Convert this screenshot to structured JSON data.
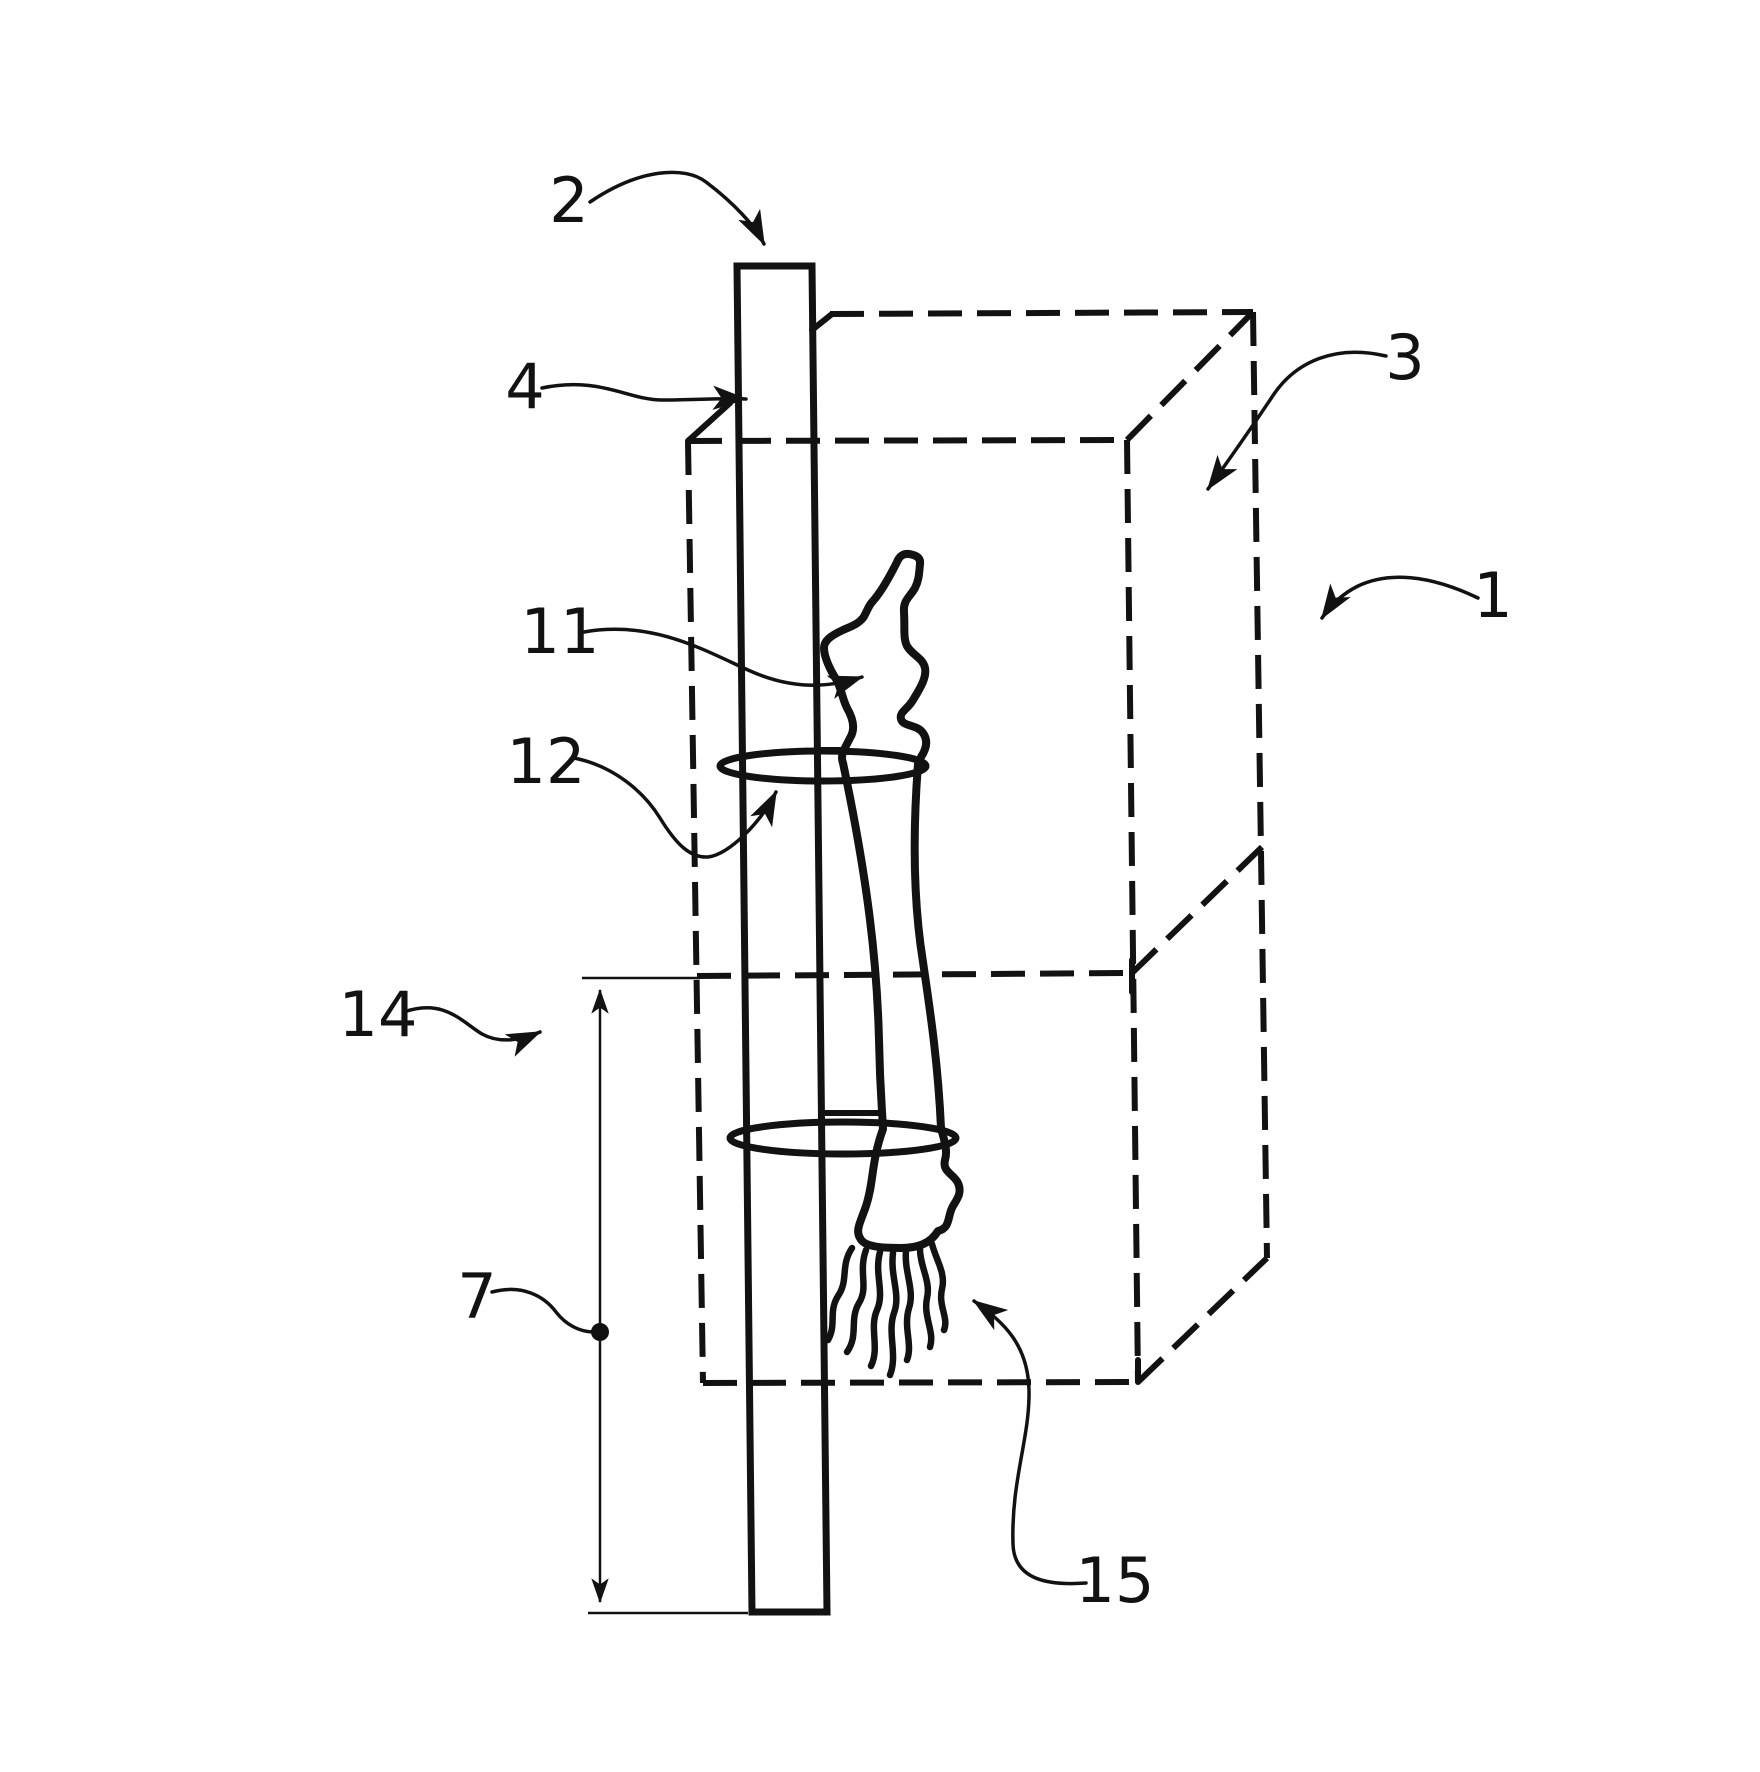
{
  "figure": {
    "type": "patent-line-drawing",
    "background_color": "#ffffff",
    "ink_color": "#121212",
    "reference_labels": [
      {
        "id": "label-2",
        "value": "2"
      },
      {
        "id": "label-4",
        "value": "4"
      },
      {
        "id": "label-3",
        "value": "3"
      },
      {
        "id": "label-1",
        "value": "1"
      },
      {
        "id": "label-11",
        "value": "11"
      },
      {
        "id": "label-12",
        "value": "12"
      },
      {
        "id": "label-14",
        "value": "14"
      },
      {
        "id": "label-7",
        "value": "7"
      },
      {
        "id": "label-15",
        "value": "15"
      }
    ]
  }
}
